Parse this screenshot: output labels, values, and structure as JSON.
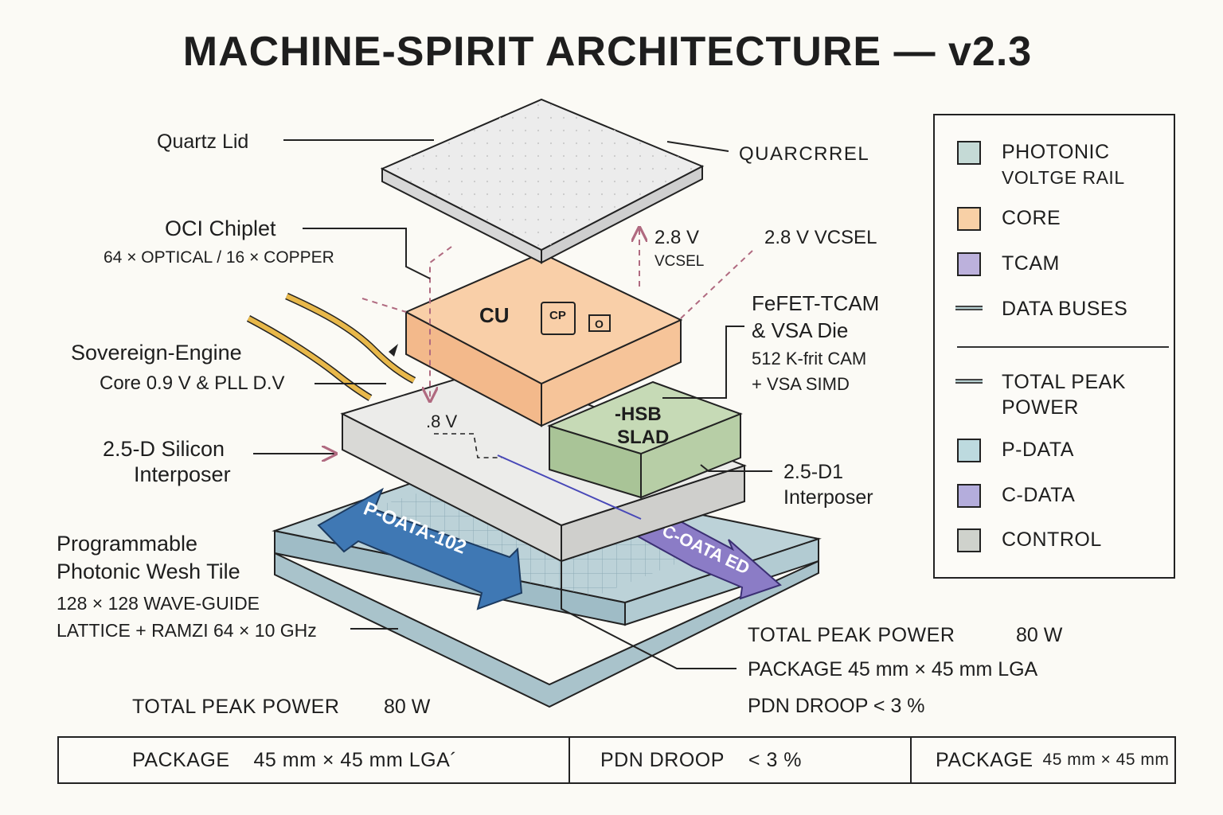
{
  "title": "MACHINE-SPIRIT ARCHITECTURE — v2.3",
  "labels": {
    "quartz_lid": "Quartz Lid",
    "quarcrrel": "QUARCRREL",
    "oci_chiplet": "OCI Chiplet",
    "oci_sub": "64 × OPTICAL / 16 × COPPER",
    "vcsel_a_1": "2.8 V",
    "vcsel_a_2": "VCSEL",
    "vcsel_b": "2.8 V VCSEL",
    "fefet_1": "FeFET-TCAM",
    "fefet_2": "& VSA Die",
    "fefet_3": "512 K-frit CAM",
    "fefet_4": "+ VSA SIMD",
    "sovereign_1": "Sovereign-Engine",
    "sovereign_2": "Core 0.9 V & PLL D.V",
    "silicon_1": "2.5-D Silicon",
    "silicon_2": "Interposer",
    "interposer_r_1": "2.5-D1",
    "interposer_r_2": "Interposer",
    "prog_1": "Programmable",
    "prog_2": "Photonic Wesh Tile",
    "prog_3": "128 × 128 WAVE-GUIDE",
    "prog_4": "LATTICE + RAMZI 64 × 10 GHz",
    "left_power_label": "TOTAL PEAK POWER",
    "left_power_value": "80 W",
    "right_power_label": "TOTAL PEAK POWER",
    "right_power_value": "80 W",
    "right_package": "PACKAGE 45 mm × 45 mm  LGA",
    "right_droop": "PDN DROOP < 3 %"
  },
  "chips": {
    "cu": "CU",
    "cp": "CP",
    "o": "O",
    "hsb_1": "-HSB",
    "hsb_2": "SLAD",
    "interposer_v": ".8 V"
  },
  "arrows": {
    "p_data": "P-OATA-102",
    "c_data": "C-OATA ED"
  },
  "legend": {
    "items": [
      {
        "label": "PHOTONIC",
        "sub": "VOLTGE RAIL",
        "color": "#c5dad6",
        "kind": "swatch"
      },
      {
        "label": "CORE",
        "color": "#f8d0a6",
        "kind": "swatch"
      },
      {
        "label": "TCAM",
        "color": "#bcb1dc",
        "kind": "swatch"
      },
      {
        "label": "DATA BUSES",
        "color": "#b6d1d2",
        "kind": "line"
      },
      {
        "label": "TOTAL PEAK",
        "sub": "POWER",
        "color": "#b6d1d2",
        "kind": "line"
      },
      {
        "label": "P-DATA",
        "color": "#bddadf",
        "kind": "swatch"
      },
      {
        "label": "C-DATA",
        "color": "#b4addc",
        "kind": "swatch"
      },
      {
        "label": "CONTROL",
        "color": "#cfd2cc",
        "kind": "swatch"
      }
    ]
  },
  "bottom_bar": {
    "cell1_label": "PACKAGE",
    "cell1_value": "45 mm × 45 mm LGA´",
    "cell2_label": "PDN DROOP",
    "cell2_value": "< 3 %",
    "cell3_label": "PACKAGE",
    "cell3_value": "45 mm × 45 mm"
  },
  "colors": {
    "lid": "#ececec",
    "core": "#f9c9a0",
    "tcam": "#c4d8b6",
    "interposer": "#e4e4e2",
    "mesh": "#b5ccd3",
    "p_data_arrow": "#3f78b4",
    "c_data_arrow": "#8b7cc6",
    "leader": "#222222",
    "dashed": "#b06a80"
  }
}
